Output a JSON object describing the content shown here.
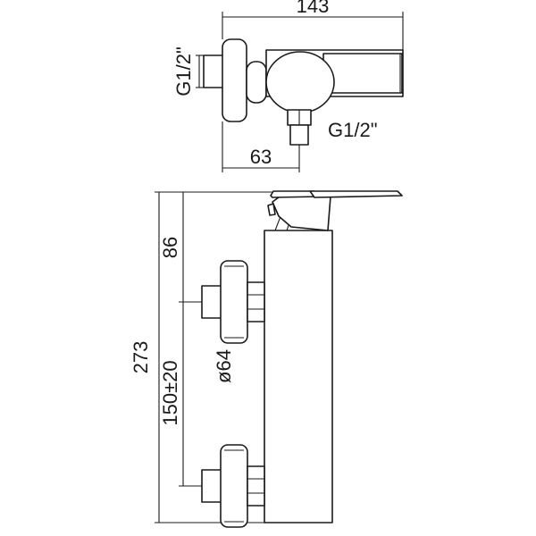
{
  "diagram": {
    "top_view": {
      "overall_width_label": "143",
      "inlet_thread_label": "G1/2\"",
      "outlet_thread_label": "G1/2\"",
      "offset_label": "63"
    },
    "front_view": {
      "total_height_label": "273",
      "top_offset_label": "86",
      "spacing_label": "150±20",
      "flange_diameter_label": "ø64"
    }
  }
}
